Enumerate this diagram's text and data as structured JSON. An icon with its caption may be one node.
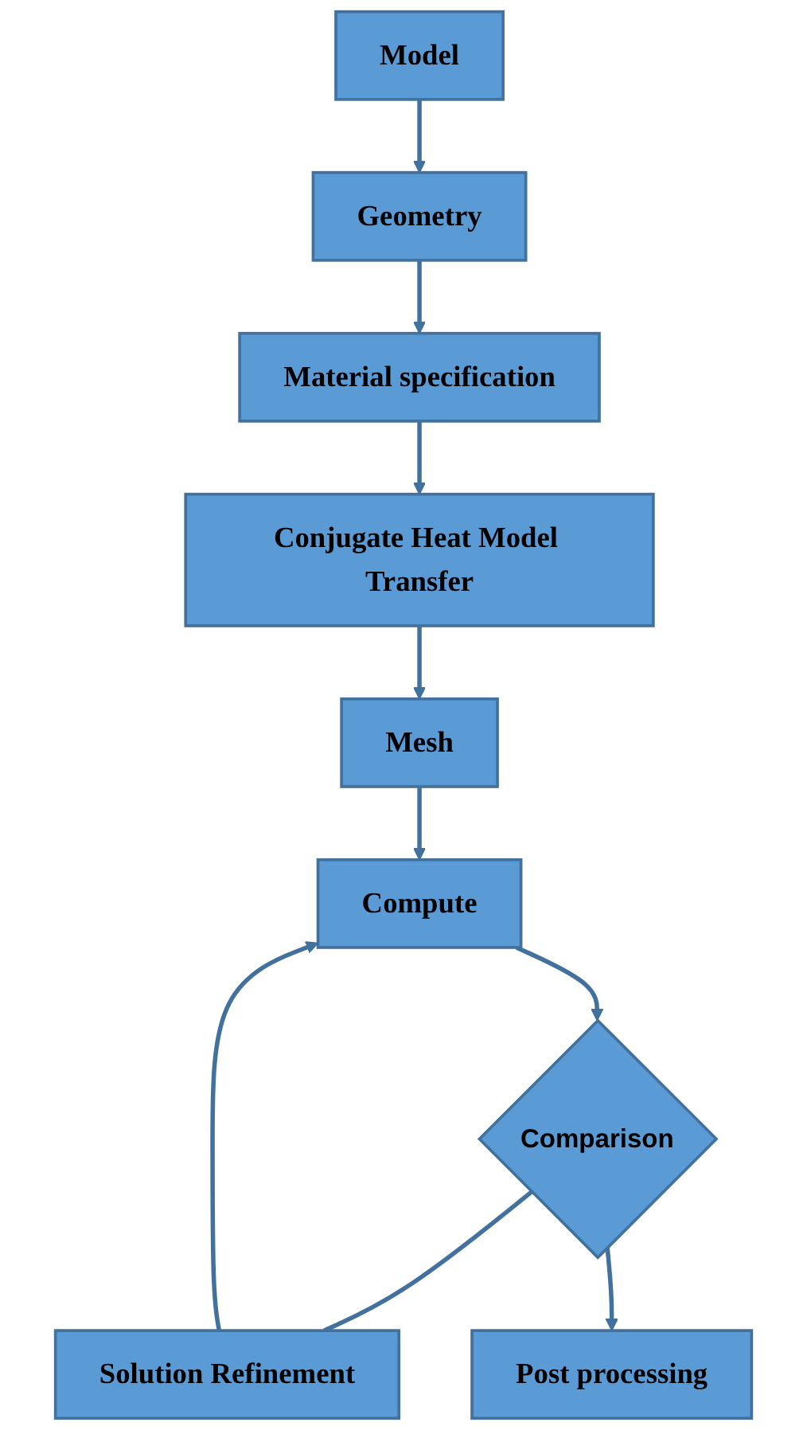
{
  "diagram": {
    "nodes": [
      {
        "text": [
          "Model"
        ]
      },
      {
        "text": [
          "Geometry"
        ]
      },
      {
        "text": [
          "Material specification"
        ]
      },
      {
        "text": [
          "Conjugate Heat Model Transfer"
        ]
      },
      {
        "text": [
          "Mesh"
        ]
      },
      {
        "text": [
          "Compute"
        ]
      },
      {
        "text": [
          "Solution Refinement"
        ]
      },
      {
        "text": [
          "Comparison"
        ]
      },
      {
        "text": [
          "Post processing"
        ]
      }
    ],
    "edges": [
      {
        "from": 0,
        "to": 1,
        "arrow": "to"
      },
      {
        "from": 1,
        "to": 2,
        "arrow": "to"
      },
      {
        "from": 2,
        "to": 3,
        "arrow": "to"
      },
      {
        "from": 3,
        "to": 4,
        "arrow": "to"
      },
      {
        "from": 4,
        "to": 5,
        "arrow": "to"
      },
      {
        "from": 5,
        "to": 7,
        "arrow": "to"
      },
      {
        "from": 7,
        "to": 6,
        "arrow": "none"
      },
      {
        "from": 6,
        "to": 5,
        "arrow": "to"
      },
      {
        "from": 7,
        "to": 8,
        "arrow": "to"
      }
    ]
  }
}
